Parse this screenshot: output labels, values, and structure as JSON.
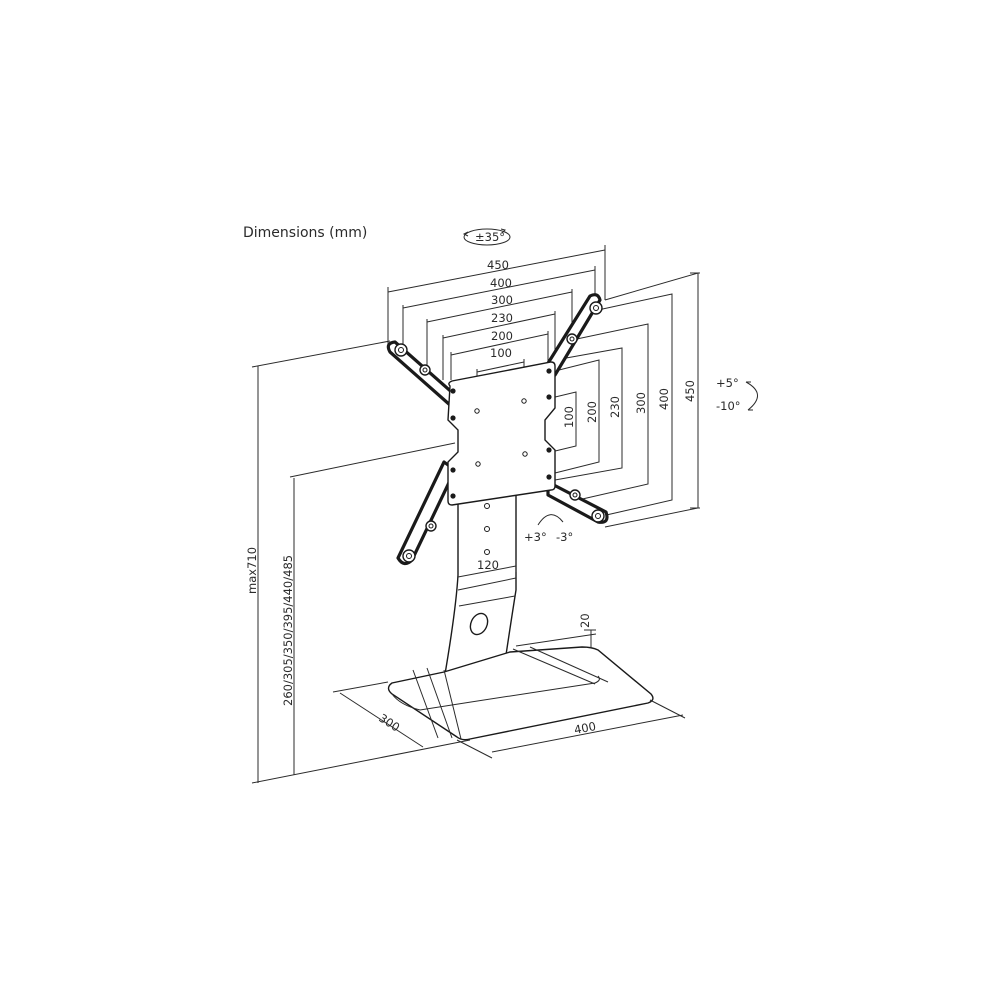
{
  "title": "Dimensions (mm)",
  "swivel": {
    "label": "±35°"
  },
  "tilt": {
    "up": "+5°",
    "down": "-10°"
  },
  "rotation": {
    "plus": "+3°",
    "minus": "-3°"
  },
  "vesa_horizontal": [
    "450",
    "400",
    "300",
    "230",
    "200",
    "100"
  ],
  "vesa_vertical": [
    "100",
    "200",
    "230",
    "300",
    "400",
    "450"
  ],
  "height_max": "max710",
  "height_options": "260/305/350/395/440/485",
  "column_width": "120",
  "base_thickness": "20",
  "base_depth": "300",
  "base_width": "400",
  "colors": {
    "line": "#1a1a1a",
    "background": "#ffffff"
  }
}
